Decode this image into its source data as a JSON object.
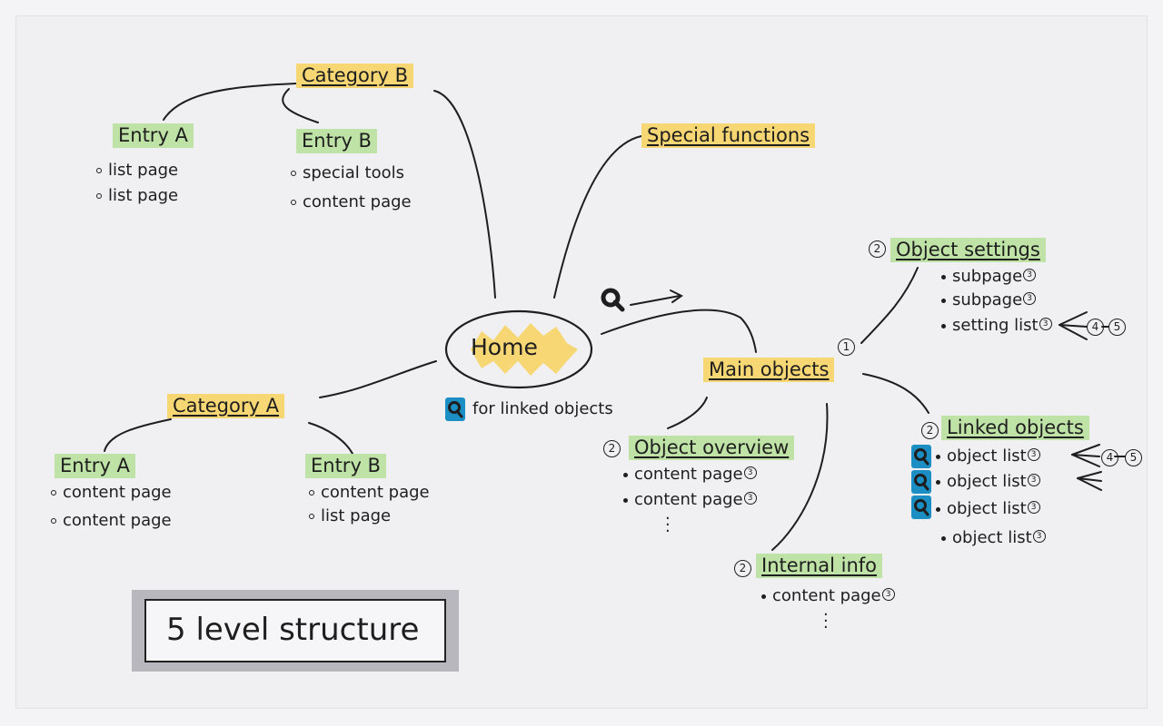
{
  "home": {
    "label": "Home",
    "search_note": "for linked objects"
  },
  "category_b": {
    "label": "Category B",
    "entry_a": {
      "label": "Entry A",
      "items": [
        "list page",
        "list page"
      ]
    },
    "entry_b": {
      "label": "Entry B",
      "items": [
        "special tools",
        "content page"
      ]
    }
  },
  "special_functions": {
    "label": "Special functions"
  },
  "category_a": {
    "label": "Category A",
    "entry_a": {
      "label": "Entry A",
      "items": [
        "content page",
        "content page"
      ]
    },
    "entry_b": {
      "label": "Entry B",
      "items": [
        "content page",
        "list page"
      ]
    }
  },
  "main_objects": {
    "label": "Main objects",
    "level": "1"
  },
  "object_settings": {
    "label": "Object settings",
    "level": "2",
    "items": [
      {
        "text": "subpage",
        "level": "3"
      },
      {
        "text": "subpage",
        "level": "3"
      },
      {
        "text": "setting list",
        "level": "3",
        "deeper": [
          "4",
          "5"
        ]
      }
    ]
  },
  "object_overview": {
    "label": "Object overview",
    "level": "2",
    "items": [
      {
        "text": "content page",
        "level": "3"
      },
      {
        "text": "content page",
        "level": "3"
      }
    ]
  },
  "internal_info": {
    "label": "Internal info",
    "level": "2",
    "items": [
      {
        "text": "content page",
        "level": "3"
      }
    ]
  },
  "linked_objects": {
    "label": "Linked objects",
    "level": "2",
    "items": [
      {
        "text": "object list",
        "level": "3",
        "search": true,
        "deeper": [
          "4",
          "5"
        ]
      },
      {
        "text": "object list",
        "level": "3",
        "search": true
      },
      {
        "text": "object list",
        "level": "3",
        "search": true
      },
      {
        "text": "object list",
        "level": "3",
        "search": false
      }
    ]
  },
  "title": "5 level structure",
  "colors": {
    "yellow": "#f7d774",
    "green": "#bfe3a6",
    "search_blue": "#1b8fc4",
    "ink": "#1e1e1e",
    "paper": "#f0f0f3"
  }
}
